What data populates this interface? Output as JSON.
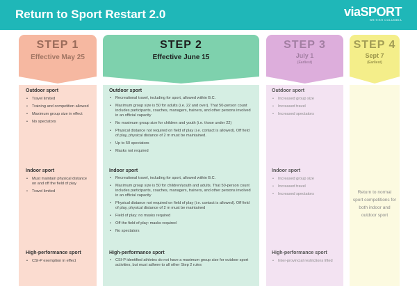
{
  "header": {
    "title": "Return to Sport Restart 2.0",
    "logo": "viaSPORT",
    "logo_sub": "BRITISH COLUMBIA"
  },
  "colors": {
    "header_bg": "#1fb7b8",
    "step1": "#f6b8a1",
    "step2": "#7ed1ad",
    "step3": "#ddaedc",
    "step4": "#f4ee8a"
  },
  "steps": [
    {
      "step": "STEP 1",
      "effective": "Effective May 25",
      "outdoor_label": "Outdoor sport",
      "outdoor": [
        "Travel limited",
        "Training and competition allowed",
        "Maximum group size in effect",
        "No spectators"
      ],
      "indoor_label": "Indoor sport",
      "indoor": [
        "Must maintain physical distance on and off the field of play",
        "Travel limited"
      ],
      "hp_label": "High-performance sport",
      "hp": [
        "CSI-P exemption in effect"
      ]
    },
    {
      "step": "STEP 2",
      "effective": "Effective June 15",
      "outdoor_label": "Outdoor sport",
      "outdoor": [
        "Recreational travel, including for sport, allowed within B.C.",
        "Maximum group size is 50 for adults (i.e. 22 and over). That 50-person count includes participants, coaches, managers, trainers, and other persons involved in an official capacity",
        "No maximum group size for children and youth (i.e. those under 22)",
        "Physical distance not required on field of play (i.e. contact is allowed). Off field of play, physical distance of 2 m must be maintained.",
        "Up to 50 spectators",
        "Masks not required"
      ],
      "indoor_label": "Indoor sport",
      "indoor": [
        "Recreational travel, including for sport, allowed within B.C.",
        "Maximum group size is 50 for children/youth and adults. That 50-person count includes participants, coaches, managers, trainers, and other persons involved in an official capacity",
        "Physical distance not required on field of play (i.e. contact is allowed). Off field of play, physical distance of 2 m must be maintained",
        "Field of play: no masks required",
        "Off the field of play: masks required",
        "No spectators"
      ],
      "hp_label": "High-performance sport",
      "hp": [
        "CSI-P identified athletes do not have a maximum group size for outdoor sport activities, but must adhere to all other Step 2 rules"
      ]
    },
    {
      "step": "STEP 3",
      "effective": "July 1",
      "effective_note": "(Earliest)",
      "outdoor_label": "Outdoor sport",
      "outdoor": [
        "Increased group size",
        "Increased travel",
        "Increased spectators"
      ],
      "indoor_label": "Indoor sport",
      "indoor": [
        "Increased group size",
        "Increased travel",
        "Increased spectators"
      ],
      "hp_label": "High-performance sport",
      "hp": [
        "Inter-provincial restrictions lifted"
      ]
    },
    {
      "step": "STEP 4",
      "effective": "Sept 7",
      "effective_note": "(Earliest)",
      "text": "Return to normal sport competitions for both indoor and outdoor sport"
    }
  ]
}
